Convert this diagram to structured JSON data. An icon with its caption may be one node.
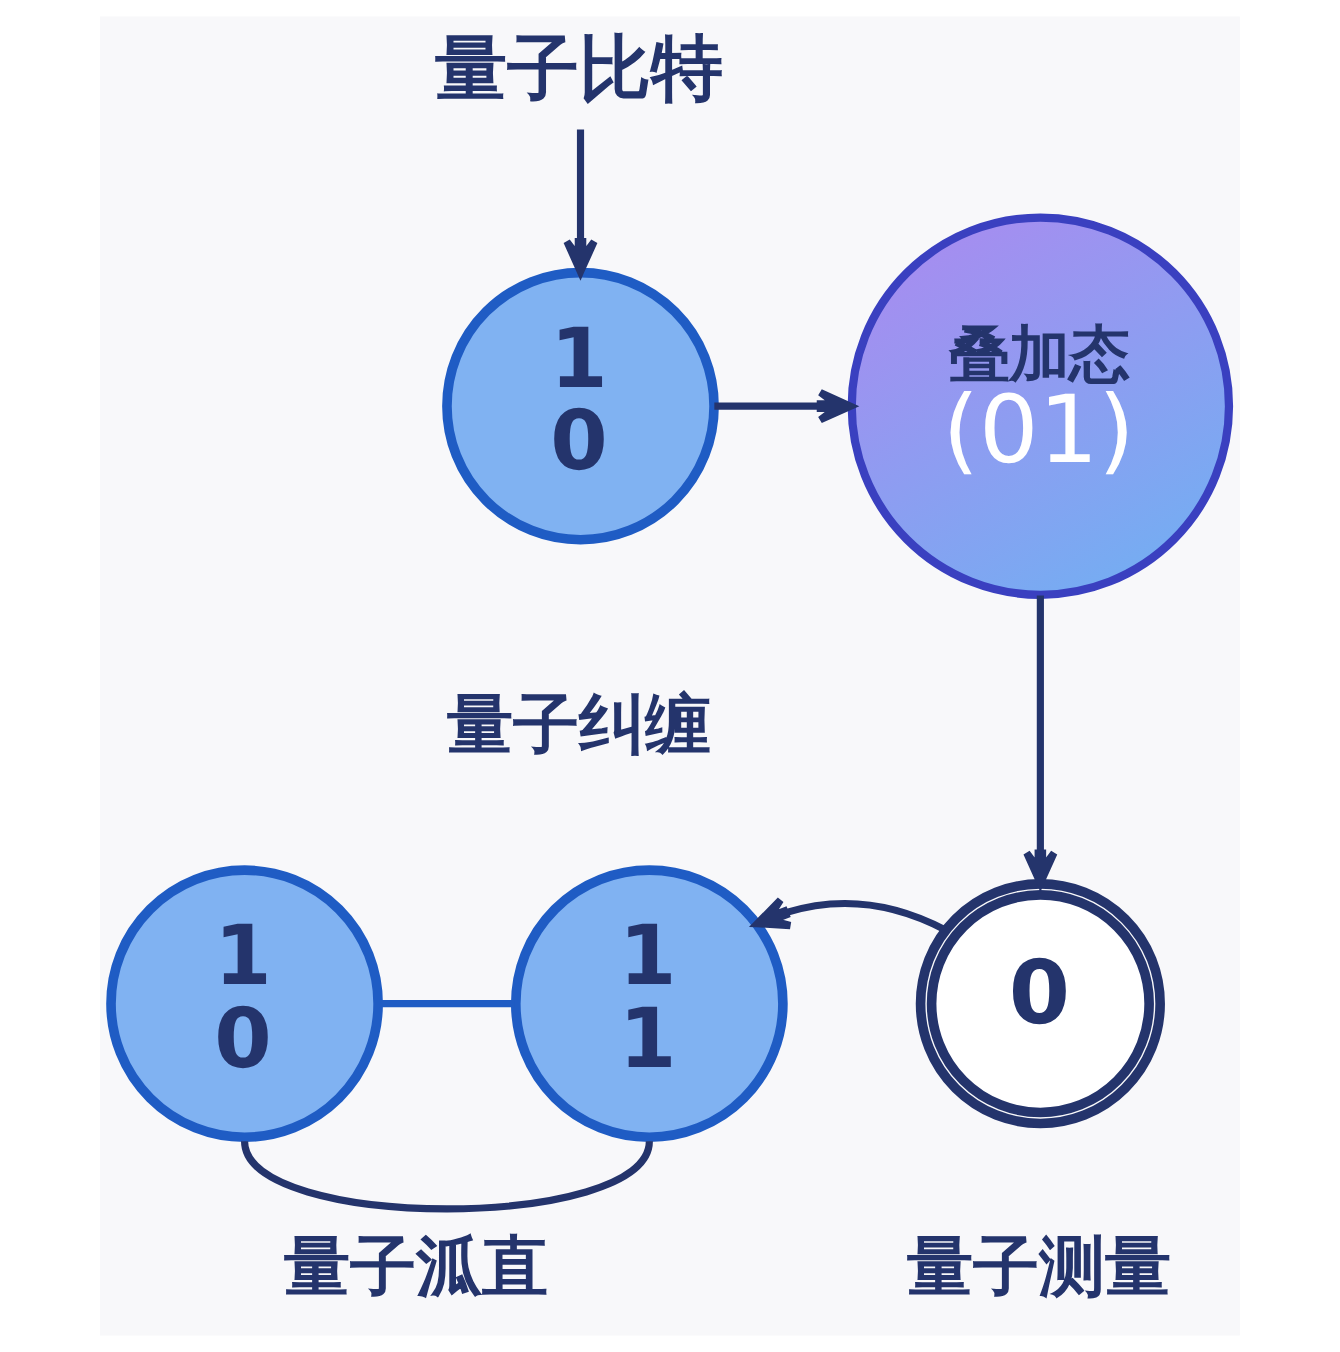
{
  "diagram": {
    "nodes": [
      {
        "text": [
          "量子比特"
        ]
      },
      {
        "text": [
          "1",
          "0"
        ]
      },
      {
        "text": [
          "叠加态",
          "(01)"
        ]
      },
      {
        "text": [
          "1",
          "0"
        ]
      },
      {
        "text": [
          "1",
          "1"
        ]
      },
      {
        "text": [
          "0"
        ],
        "beside": [
          "量子测量"
        ]
      }
    ],
    "edges": [
      {
        "from": 0,
        "to": 1,
        "arrow": "to"
      },
      {
        "from": 1,
        "to": 2,
        "arrow": "to"
      },
      {
        "from": 2,
        "to": 5,
        "arrow": "to"
      },
      {
        "from": 5,
        "to": 4,
        "arrow": "to"
      },
      {
        "from": 3,
        "to": 4,
        "arrow": "none",
        "color": "#1f5cc4"
      },
      {
        "from": 3,
        "to": 4,
        "arrow": "none"
      }
    ],
    "labels": [
      "量子纠缠",
      "量子泒直"
    ]
  }
}
